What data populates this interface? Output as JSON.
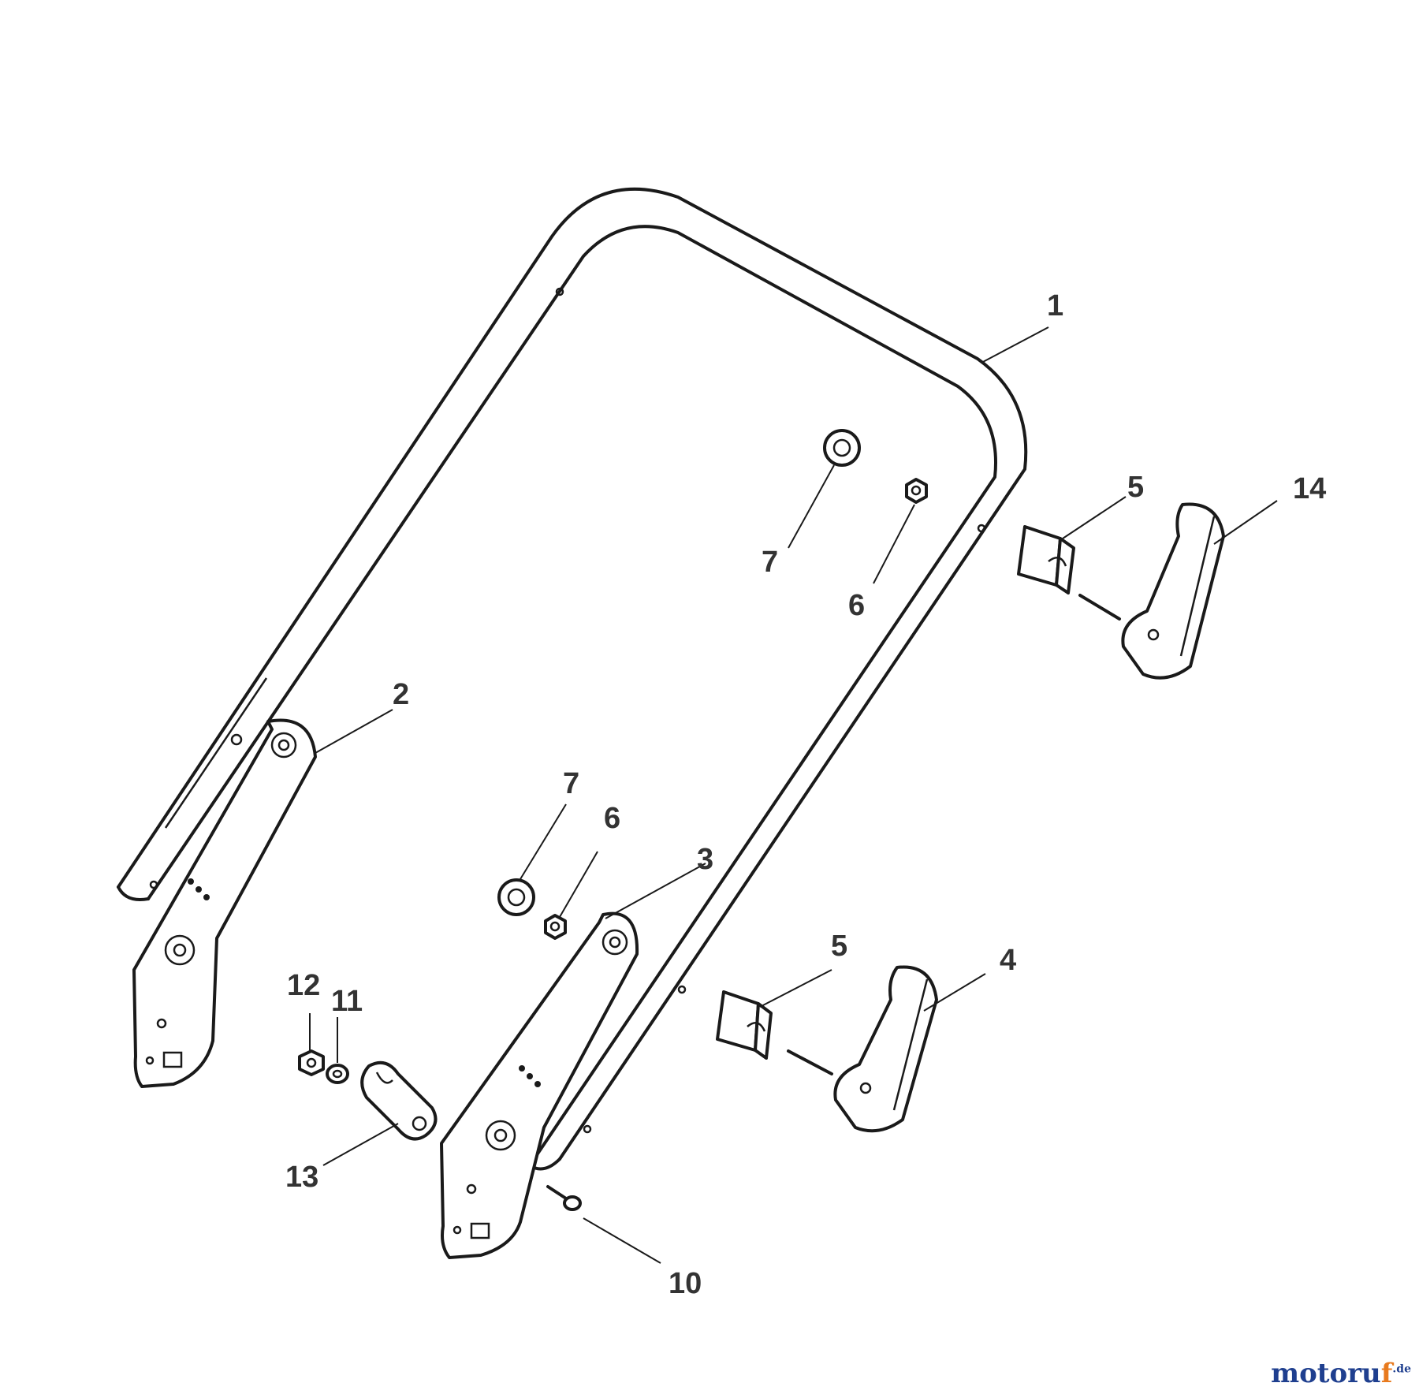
{
  "diagram": {
    "callouts": [
      {
        "id": "c1",
        "label": "1"
      },
      {
        "id": "c2",
        "label": "2"
      },
      {
        "id": "c3",
        "label": "3"
      },
      {
        "id": "c4",
        "label": "4"
      },
      {
        "id": "c5a",
        "label": "5"
      },
      {
        "id": "c5b",
        "label": "5"
      },
      {
        "id": "c6a",
        "label": "6"
      },
      {
        "id": "c6b",
        "label": "6"
      },
      {
        "id": "c7a",
        "label": "7"
      },
      {
        "id": "c7b",
        "label": "7"
      },
      {
        "id": "c10",
        "label": "10"
      },
      {
        "id": "c11",
        "label": "11"
      },
      {
        "id": "c12",
        "label": "12"
      },
      {
        "id": "c13",
        "label": "13"
      },
      {
        "id": "c14",
        "label": "14"
      }
    ]
  },
  "watermark": {
    "main": "motoru",
    "accent": "f",
    "tld": ".de"
  },
  "colors": {
    "line": "#1a1a1a",
    "label": "#333333",
    "watermark_blue": "#1f3f8f",
    "watermark_orange": "#e87a1e"
  }
}
